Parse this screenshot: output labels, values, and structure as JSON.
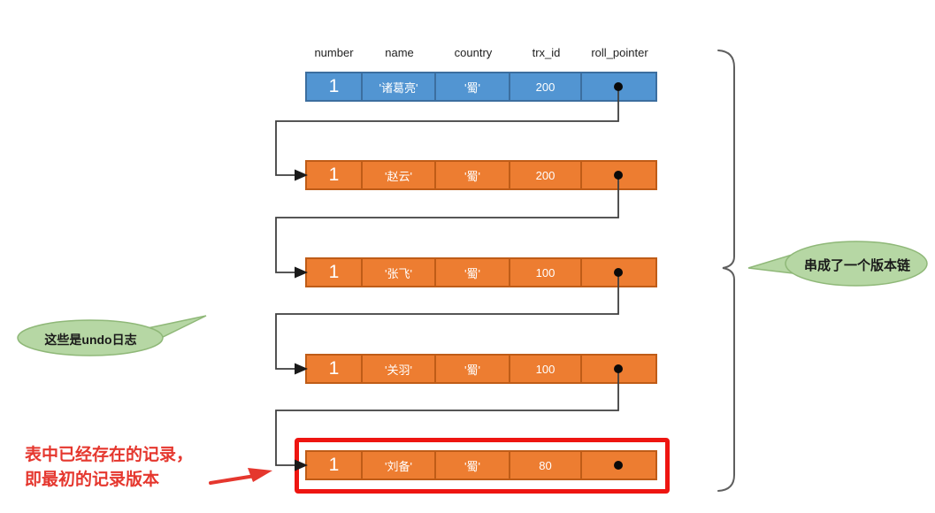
{
  "diagram": {
    "headers": [
      "number",
      "name",
      "country",
      "trx_id",
      "roll_pointer"
    ],
    "rows": [
      {
        "number": "1",
        "name": "'诸葛亮'",
        "country": "'蜀'",
        "trx_id": "200"
      },
      {
        "number": "1",
        "name": "'赵云'",
        "country": "'蜀'",
        "trx_id": "200"
      },
      {
        "number": "1",
        "name": "'张飞'",
        "country": "'蜀'",
        "trx_id": "100"
      },
      {
        "number": "1",
        "name": "'关羽'",
        "country": "'蜀'",
        "trx_id": "100"
      },
      {
        "number": "1",
        "name": "'刘备'",
        "country": "'蜀'",
        "trx_id": "80"
      }
    ],
    "annotations": {
      "undo_bubble": "这些是undo日志",
      "chain_bubble": "串成了一个版本链",
      "existing_record_note_line1": "表中已经存在的记录，",
      "existing_record_note_line2": "即最初的记录版本"
    },
    "colors": {
      "current_row_fill": "#5295d2",
      "current_row_border": "#3c6e9f",
      "undo_row_fill": "#ed7d31",
      "undo_row_border": "#bf5c17",
      "bubble_fill": "#b6d7a4",
      "bubble_border": "#8fb878",
      "highlight_red": "#ee1511",
      "note_red": "#e5372e",
      "connector": "#3f3f3f"
    }
  }
}
